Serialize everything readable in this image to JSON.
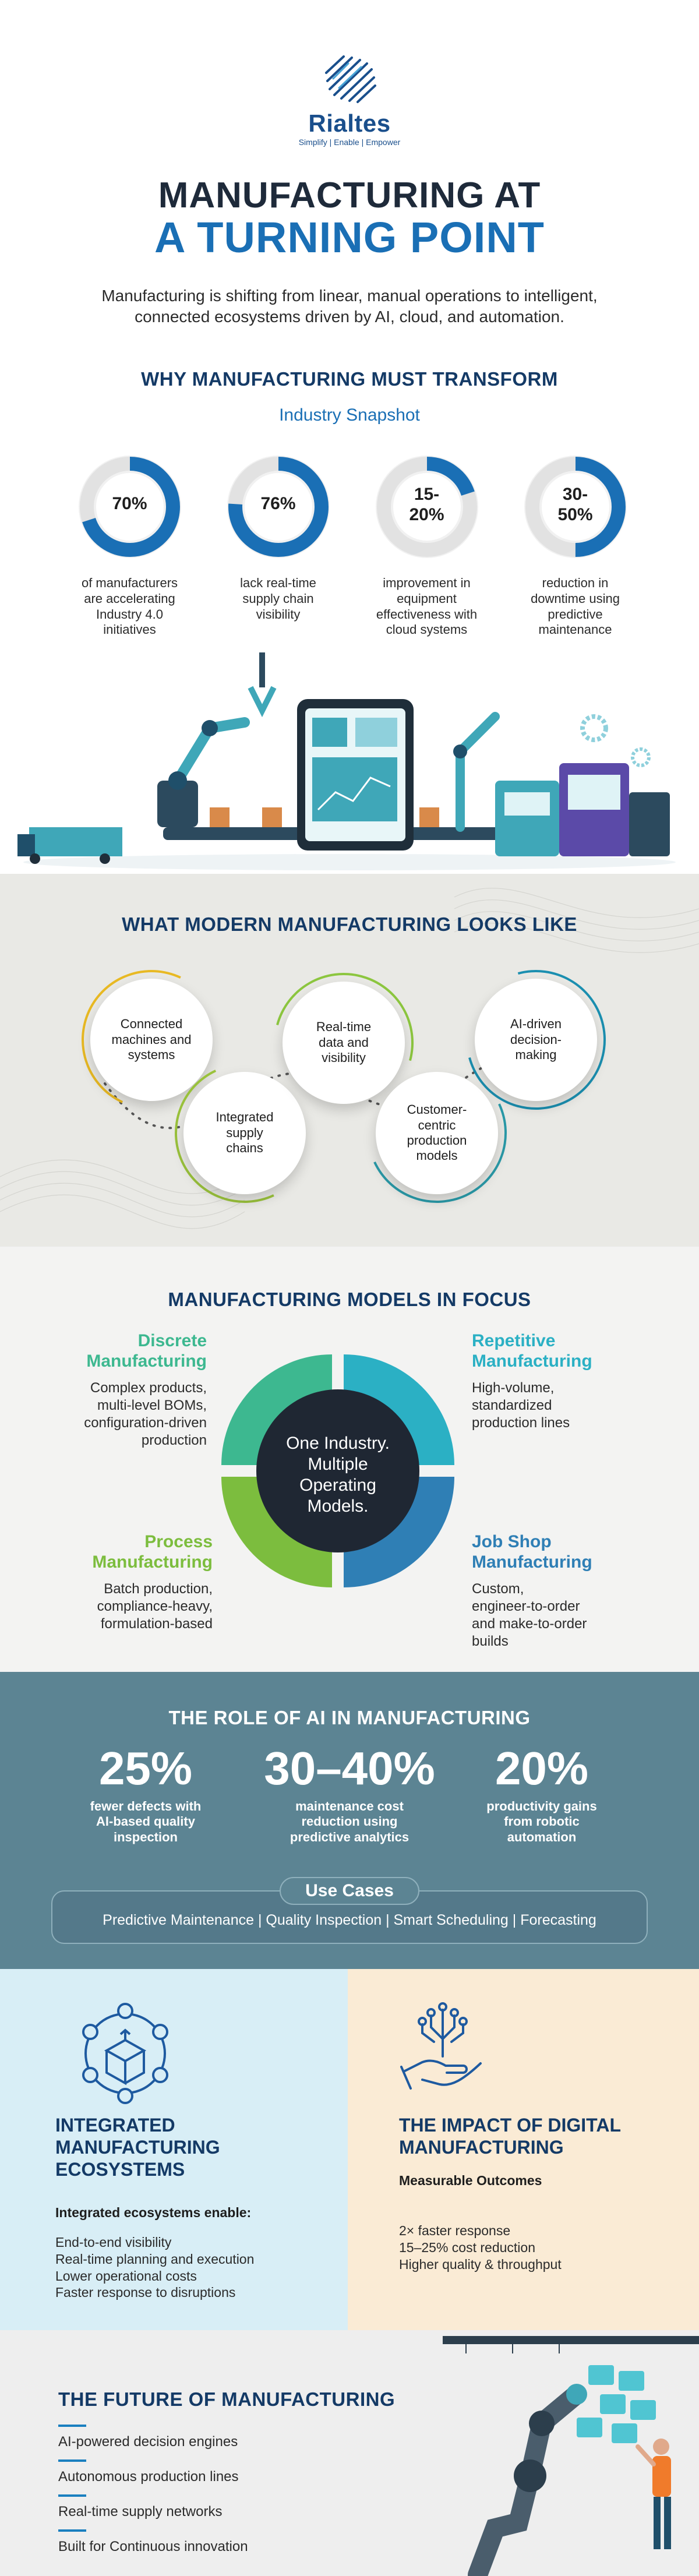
{
  "brand": {
    "name": "Rialtes",
    "tagline": "Simplify | Enable | Empower"
  },
  "hero": {
    "title_line1": "MANUFACTURING AT",
    "title_line2": "A TURNING POINT",
    "subtitle_line1": "Manufacturing is shifting from linear, manual operations to intelligent,",
    "subtitle_line2": "connected ecosystems driven by AI, cloud, and automation."
  },
  "transform": {
    "heading": "WHY MANUFACTURING MUST TRANSFORM",
    "snapshot": "Industry Snapshot",
    "stats": [
      {
        "value_l1": "70%",
        "value_l2": "",
        "fraction": 0.7,
        "label": [
          "of manufacturers",
          "are accelerating",
          "Industry 4.0",
          "initiatives"
        ]
      },
      {
        "value_l1": "76%",
        "value_l2": "",
        "fraction": 0.76,
        "label": [
          "lack real-time",
          "supply chain",
          "visibility"
        ]
      },
      {
        "value_l1": "15-",
        "value_l2": "20%",
        "fraction": 0.2,
        "label": [
          "improvement in",
          "equipment",
          "effectiveness with",
          "cloud systems"
        ]
      },
      {
        "value_l1": "30-",
        "value_l2": "50%",
        "fraction": 0.5,
        "label": [
          "reduction in",
          "downtime using",
          "predictive",
          "maintenance"
        ]
      }
    ]
  },
  "looks": {
    "heading": "WHAT MODERN MANUFACTURING LOOKS LIKE",
    "items": [
      {
        "l1": "Connected",
        "l2": "machines and",
        "l3": "systems",
        "ring": "#e8b923"
      },
      {
        "l1": "Integrated",
        "l2": "supply",
        "l3": "chains",
        "ring": "#9ac23c"
      },
      {
        "l1": "Real-time",
        "l2": "data and",
        "l3": "visibility",
        "ring": "#8cc63f"
      },
      {
        "l1": "Customer-",
        "l2": "centric",
        "l3": "production",
        "l4": "models",
        "ring": "#2a9aa8"
      },
      {
        "l1": "AI-driven",
        "l2": "decision-",
        "l3": "making",
        "ring": "#1b8fb0"
      }
    ]
  },
  "models": {
    "heading": "MANUFACTURING MODELS IN FOCUS",
    "center_l1": "One Industry.",
    "center_l2": "Multiple",
    "center_l3": "Operating",
    "center_l4": "Models.",
    "discrete": {
      "h1": "Discrete",
      "h2": "Manufacturing",
      "t": [
        "Complex products,",
        "multi-level BOMs,",
        "configuration-driven",
        "production"
      ],
      "color": "#3db890"
    },
    "repetitive": {
      "h1": "Repetitive",
      "h2": "Manufacturing",
      "t": [
        "High-volume,",
        "standardized",
        "production lines"
      ],
      "color": "#2bb0c4"
    },
    "process": {
      "h1": "Process",
      "h2": "Manufacturing",
      "t": [
        "Batch production,",
        "compliance-heavy,",
        "formulation-based"
      ],
      "color": "#7cbd3e"
    },
    "jobshop": {
      "h1": "Job Shop",
      "h2": "Manufacturing",
      "t": [
        "Custom,",
        "engineer-to-order",
        "and make-to-order",
        "builds"
      ],
      "color": "#2f7fb5"
    }
  },
  "ai": {
    "heading": "THE ROLE OF AI IN MANUFACTURING",
    "stats": [
      {
        "value": "25%",
        "label": [
          "fewer defects with",
          "AI-based quality",
          "inspection"
        ]
      },
      {
        "value": "30–40%",
        "label": [
          "maintenance cost",
          "reduction using",
          "predictive analytics"
        ]
      },
      {
        "value": "20%",
        "label": [
          "productivity gains",
          "from robotic",
          "automation"
        ]
      }
    ],
    "use_cases_title": "Use Cases",
    "use_cases": "Predictive Maintenance | Quality Inspection | Smart Scheduling | Forecasting"
  },
  "eco": {
    "h1": "INTEGRATED",
    "h2": "MANUFACTURING",
    "h3": "ECOSYSTEMS",
    "sub": "Integrated ecosystems enable:",
    "items": [
      "End-to-end visibility",
      "Real-time planning and execution",
      "Lower operational costs",
      "Faster response to disruptions"
    ]
  },
  "impact": {
    "h1": "THE IMPACT OF DIGITAL",
    "h2": "MANUFACTURING",
    "sub": "Measurable Outcomes",
    "items": [
      "2× faster response",
      "15–25% cost reduction",
      "Higher quality & throughput"
    ]
  },
  "future": {
    "heading": "THE FUTURE OF MANUFACTURING",
    "items": [
      "AI-powered decision engines",
      "Autonomous production lines",
      "Real-time supply networks",
      "Built for Continuous innovation"
    ]
  },
  "colors": {
    "primary": "#1a6fb5",
    "navy": "#143a66",
    "accent_blue": "#1a7fbf",
    "ai_band": "#5c8493"
  }
}
